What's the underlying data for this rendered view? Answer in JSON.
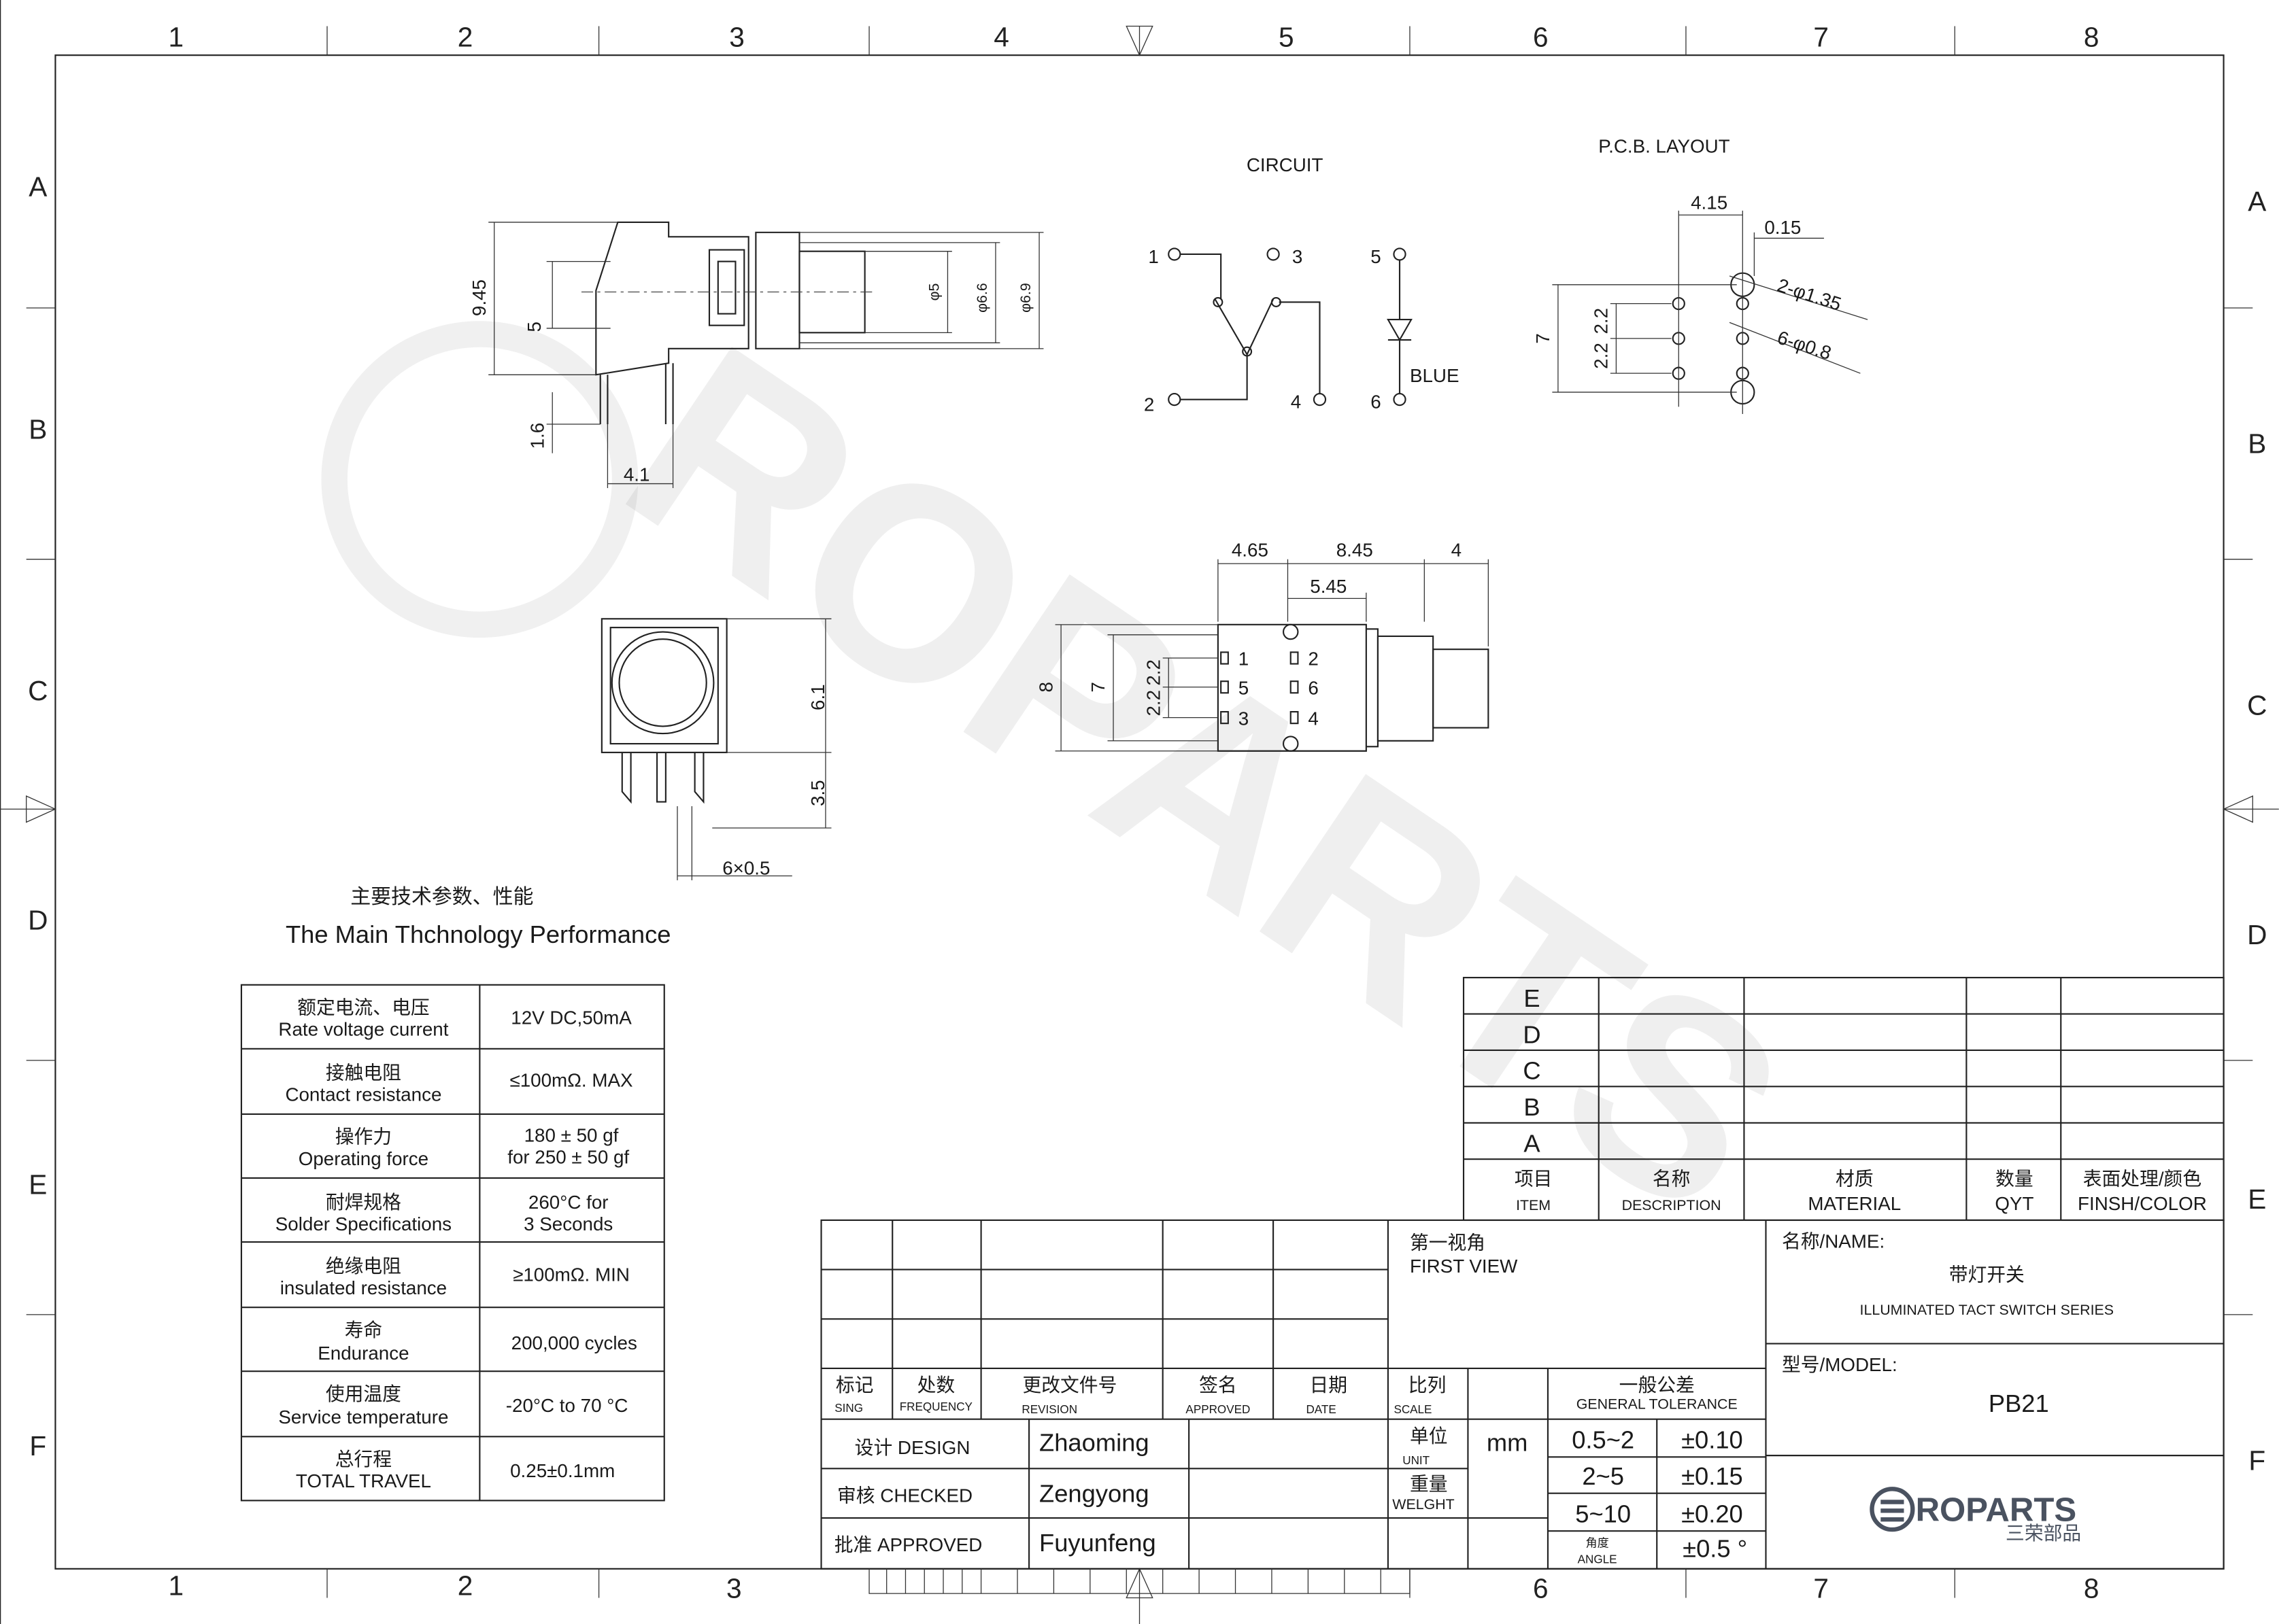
{
  "zones": {
    "columns": [
      "1",
      "2",
      "3",
      "4",
      "5",
      "6",
      "7",
      "8"
    ],
    "rows": [
      "A",
      "B",
      "C",
      "D",
      "E",
      "F"
    ]
  },
  "watermark": "ROPARTS",
  "side_view": {
    "dims": [
      "9.45",
      "5",
      "1.6",
      "4.1",
      "φ5",
      "φ6.6",
      "φ6.9"
    ]
  },
  "front_view": {
    "dims": [
      "6.1",
      "3.5",
      "6×0.5"
    ]
  },
  "circuit": {
    "title": "CIRCUIT",
    "pins": [
      "1",
      "2",
      "3",
      "4",
      "5",
      "6"
    ],
    "led_color": "BLUE"
  },
  "pcb_layout": {
    "title": "P.C.B. LAYOUT",
    "dims": [
      "4.15",
      "0.15",
      "2-φ1.35",
      "6-φ0.8",
      "7",
      "2.2",
      "2.2"
    ]
  },
  "bottom_view": {
    "dims": [
      "4.65",
      "8.45",
      "4",
      "5.45",
      "8",
      "7",
      "2.2",
      "2.2"
    ],
    "pins": [
      "1",
      "5",
      "3",
      "2",
      "6",
      "4"
    ]
  },
  "specs": {
    "title_cn": "主要技术参数、性能",
    "title_en": "The Main Thchnology Performance",
    "rows": [
      {
        "cn": "额定电流、电压",
        "en": "Rate voltage current",
        "value": "12V DC,50mA",
        "value2": ""
      },
      {
        "cn": "接触电阻",
        "en": "Contact resistance",
        "value": "≤100mΩ. MAX",
        "value2": ""
      },
      {
        "cn": "操作力",
        "en": "Operating  force",
        "value": "180 ± 50 gf",
        "value2": "for 250 ± 50 gf"
      },
      {
        "cn": "耐焊规格",
        "en": "Solder Specifications",
        "value": "260°C for",
        "value2": "3 Seconds"
      },
      {
        "cn": "绝缘电阻",
        "en": "insulated resistance",
        "value": "≥100mΩ. MIN",
        "value2": ""
      },
      {
        "cn": "寿命",
        "en": "Endurance",
        "value": "200,000 cycles",
        "value2": ""
      },
      {
        "cn": "使用温度",
        "en": "Service temperature",
        "value": "-20°C to 70 °C",
        "value2": ""
      },
      {
        "cn": "总行程",
        "en": "TOTAL TRAVEL",
        "value": "0.25±0.1mm",
        "value2": ""
      }
    ]
  },
  "bom": {
    "items": [
      "E",
      "D",
      "C",
      "B",
      "A"
    ],
    "headers": [
      {
        "cn": "项目",
        "en": "ITEM"
      },
      {
        "cn": "名称",
        "en": "DESCRIPTION"
      },
      {
        "cn": "材质",
        "en": "MATERIAL"
      },
      {
        "cn": "数量",
        "en": "QYT"
      },
      {
        "cn": "表面处理/颜色",
        "en": "FINSH/COLOR"
      }
    ]
  },
  "title_block": {
    "revision_headers": [
      {
        "cn": "标记",
        "en": "SING"
      },
      {
        "cn": "处数",
        "en": "FREQUENCY"
      },
      {
        "cn": "更改文件号",
        "en": "REVISION"
      },
      {
        "cn": "签名",
        "en": "APPROVED"
      },
      {
        "cn": "日期",
        "en": "DATE"
      }
    ],
    "view_cn": "第一视角",
    "view_en": "FIRST VIEW",
    "scale_cn": "比列",
    "scale_en": "SCALE",
    "tolerance_cn": "一般公差",
    "tolerance_en": "GENERAL TOLERANCE",
    "signoffs": [
      {
        "role": "设计 DESIGN",
        "name": "Zhaoming"
      },
      {
        "role": "审核 CHECKED",
        "name": "Zengyong"
      },
      {
        "role": "批准 APPROVED",
        "name": "Fuyunfeng"
      }
    ],
    "unit_cn": "单位",
    "unit_en": "UNIT",
    "unit_value": "mm",
    "weight_cn": "重量",
    "weight_en": "WELGHT",
    "tolerances": [
      {
        "range": "0.5~2",
        "tol": "±0.10"
      },
      {
        "range": "2~5",
        "tol": "±0.15"
      },
      {
        "range": "5~10",
        "tol": "±0.20"
      }
    ],
    "angle_cn": "角度",
    "angle_en": "ANGLE",
    "angle_tol": "±0.5 °",
    "name_label": "名称/NAME:",
    "name_cn": "带灯开关",
    "name_en": "ILLUMINATED TACT SWITCH SERIES",
    "model_label": "型号/MODEL:",
    "model": "PB21",
    "logo_text": "ROPARTS",
    "logo_cn": "三荣部品"
  }
}
